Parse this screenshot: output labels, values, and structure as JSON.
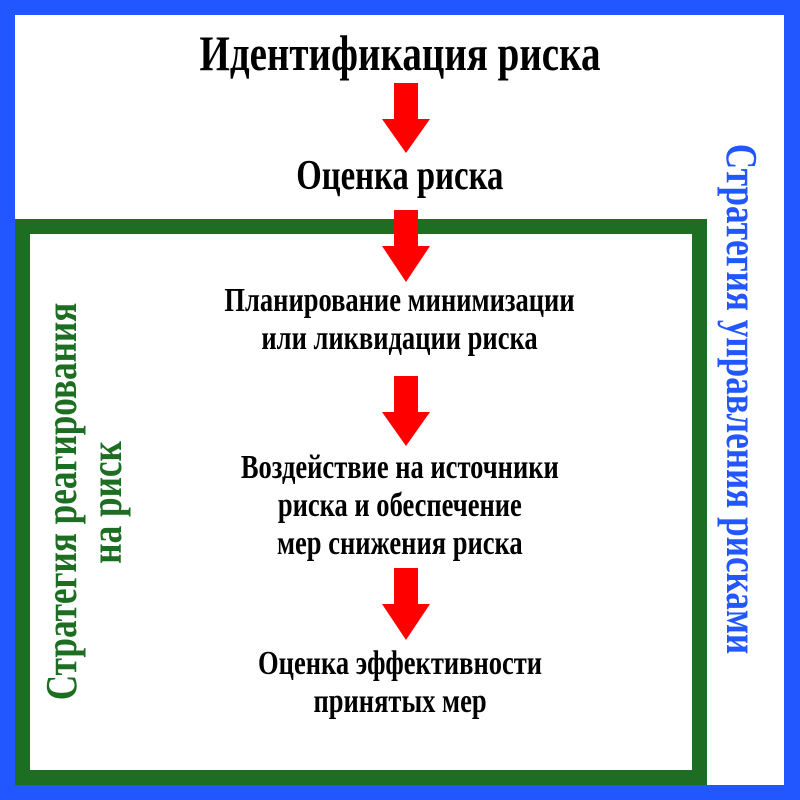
{
  "diagram": {
    "type": "flowchart",
    "colors": {
      "outer_frame": "#2256ff",
      "inner_frame": "#1d6e22",
      "arrows": "#ff0000",
      "step_text": "#000000",
      "outer_label": "#2256ff",
      "inner_label": "#1d6e22"
    },
    "outer_label": "Стратегия управления рисками",
    "inner_label": {
      "line1": "Стратегия реагирования",
      "line2": "на риск"
    },
    "steps": [
      {
        "lines": [
          "Идентификация риска"
        ]
      },
      {
        "lines": [
          "Оценка риска"
        ]
      },
      {
        "lines": [
          "Планирование минимизации",
          "или ликвидации риска"
        ]
      },
      {
        "lines": [
          "Воздействие на источники",
          "риска и обеспечение",
          "мер снижения риска"
        ]
      },
      {
        "lines": [
          "Оценка эффективности",
          "принятых мер"
        ]
      }
    ],
    "arrows": [
      {
        "from": 0,
        "to": 1,
        "icon": "arrow-down-icon"
      },
      {
        "from": 1,
        "to": 2,
        "icon": "arrow-down-icon"
      },
      {
        "from": 2,
        "to": 3,
        "icon": "arrow-down-icon"
      },
      {
        "from": 3,
        "to": 4,
        "icon": "arrow-down-icon"
      }
    ]
  }
}
